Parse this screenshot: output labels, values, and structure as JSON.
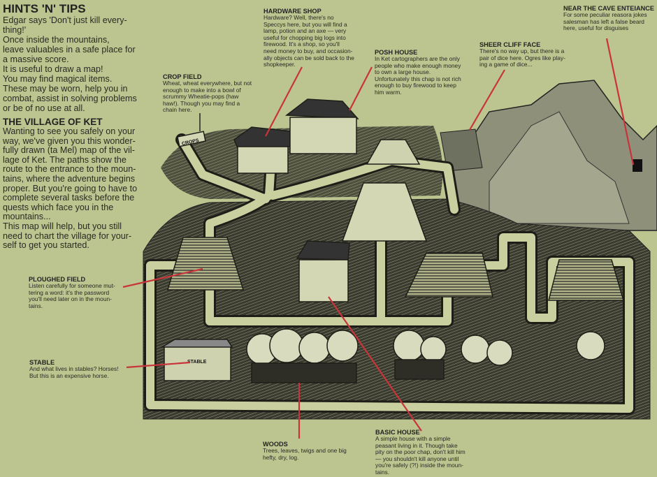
{
  "hints": {
    "title": "HINTS 'N' TIPS",
    "body": "Edgar says 'Don't just kill every-\nthing!'\n   Once inside the mountains,\nleave valuables in a safe place for\na massive score.\nIt is useful to draw a map!\n   You may find magical items.\nThese may be worn, help you in\ncombat, assist in solving problems\nor be of no use at all."
  },
  "village": {
    "title": "THE VILLAGE OF KET",
    "body": "Wanting to see you safely on your\nway, we've given you this wonder-\nfully drawn (ta Mel) map of the vil-\nlage of Ket. The paths show the\nroute to the entrance to the moun-\ntains, where the adventure begins\nproper. But you're going to have to\ncomplete several tasks before the\nquests which face you in the\nmountains...\n   This map will help, but you still\nneed to chart the village for your-\nself to get you started."
  },
  "labels": {
    "crop_field": {
      "title": "CROP FIELD",
      "body": "Wheat, wheat everywhere, but not\nenough to make into a bowl of\nscrummy Wheatie-pops (haw\nhaw!). Though you may find a\nchain here."
    },
    "hardware_shop": {
      "title": "HARDWARE SHOP",
      "body": "Hardware? Well, there's no\nSpeccys here, but you will find a\nlamp, potion and an axe — very\nuseful for chopping big logs into\nfirewood. It's a shop, so you'll\nneed money to buy, and occasion-\nally objects can be sold back to the\nshopkeeper."
    },
    "posh_house": {
      "title": "POSH HOUSE",
      "body": "In Ket cartographers are the only\npeople who make enough money\nto own a large house.\nUnfortunately this chap is not rich\nenough to buy firewood to keep\nhim warm."
    },
    "sheer_cliff": {
      "title": "SHEER CLIFF FACE",
      "body": "There's no way up, but there is a\npair of dice here. Ogres like play-\ning a game of dice..."
    },
    "cave": {
      "title": "NEAR THE CAVE ENTEIANCE",
      "body": "For some peculiar reasora jokes\nsalesman has left a false beard\nhere, useful for disguises"
    },
    "ploughed_field": {
      "title": "PLOUGHED FIELD",
      "body": "Listen carefully for someone mut-\ntering a word: it's the password\nyou'll need later on in the moun-\ntains."
    },
    "stable": {
      "title": "STABLE",
      "body": "And what lives in stables? Horses!\nBut this is an expensive horse."
    },
    "woods": {
      "title": "WOODS",
      "body": "Trees, leaves, twigs and one big\nhefty, dry, log."
    },
    "basic_house": {
      "title": "BASIC HOUSE",
      "body": "A simple house with a simple\npeasant living in it. Though take\npity on the poor chap, don't kill him\n— you shouldn't kill anyone until\nyou're safely (?!) inside the moun-\ntains."
    }
  },
  "signs": {
    "crops": "CROPS",
    "stable": "STABLE"
  },
  "colors": {
    "paper": "#bcc590",
    "ink": "#1e1e18",
    "leader": "#c8343a",
    "path": "#c9cf9f"
  }
}
